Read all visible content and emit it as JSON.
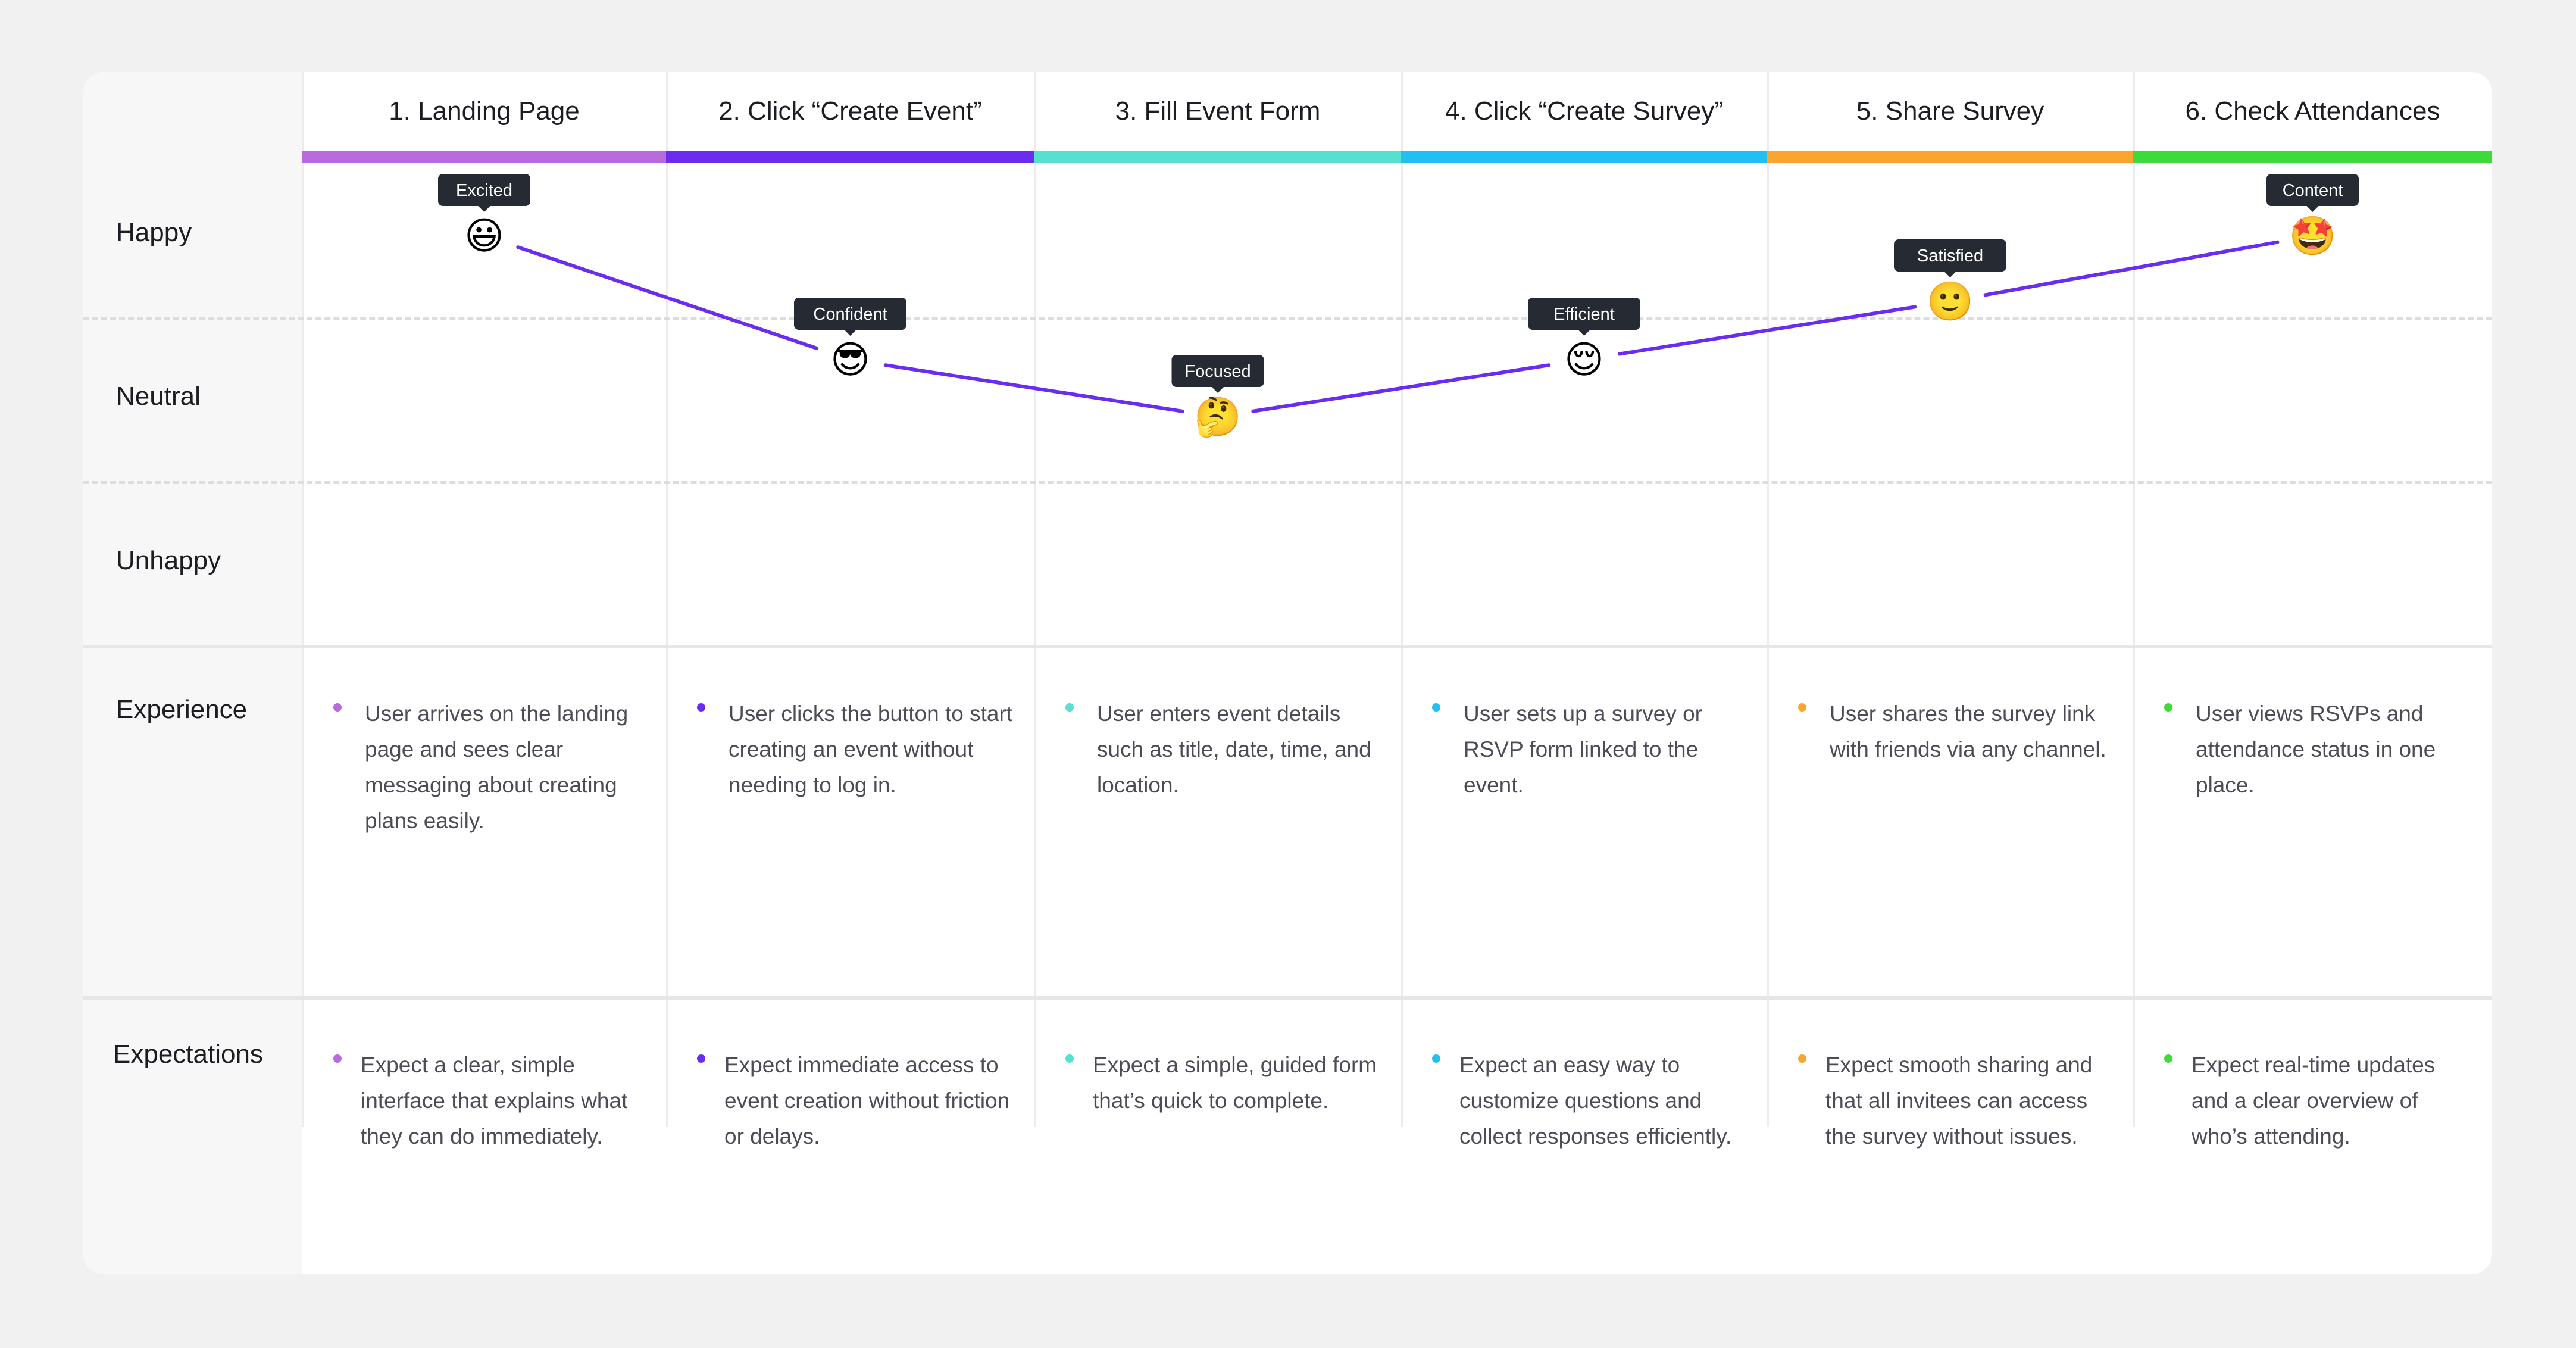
{
  "row_labels": {
    "happy": "Happy",
    "neutral": "Neutral",
    "unhappy": "Unhappy",
    "experience": "Experience",
    "expectations": "Expectations"
  },
  "stages": [
    {
      "title": "1. Landing Page",
      "color": "#b86bdc",
      "emotion": "Excited",
      "emoji": "😃",
      "level": "happy",
      "experience": "User arrives on the landing page and sees clear messaging about creating plans easily.",
      "expectation": "Expect a clear, simple interface that explains what they can do immediately."
    },
    {
      "title": "2. Click “Create Event”",
      "color": "#6a2cf0",
      "emotion": "Confident",
      "emoji": "😎",
      "level": "neutral-high",
      "experience": "User clicks the button to start creating an event without needing to log in.",
      "expectation": "Expect immediate access to event creation without friction or delays."
    },
    {
      "title": "3. Fill Event Form",
      "color": "#55e0cf",
      "emotion": "Focused",
      "emoji": "🤔",
      "level": "neutral-low",
      "experience": "User enters event details such as title, date, time, and location.",
      "expectation": "Expect a simple, guided form that’s quick to complete."
    },
    {
      "title": "4. Click “Create Survey”",
      "color": "#22c0f0",
      "emotion": "Efficient",
      "emoji": "😌",
      "level": "neutral-high",
      "experience": "User sets up a survey or RSVP form linked to the event.",
      "expectation": "Expect an easy way to customize questions and collect responses efficiently."
    },
    {
      "title": "5. Share Survey",
      "color": "#f8a630",
      "emotion": "Satisfied",
      "emoji": "🙂",
      "level": "happy-low",
      "experience": "User shares the survey link with friends via any channel.",
      "expectation": "Expect smooth sharing and that all invitees can access the survey without issues."
    },
    {
      "title": "6. Check Attendances",
      "color": "#3ddb3a",
      "emotion": "Content",
      "emoji": "🤩",
      "level": "happy",
      "experience": "User views RSVPs and attendance status in one place.",
      "expectation": "Expect real-time updates and a clear overview of who’s attending."
    }
  ],
  "colors": {
    "line": "#6a2cf0",
    "tooltip_bg": "#262a33",
    "tooltip_text": "#ffffff"
  }
}
